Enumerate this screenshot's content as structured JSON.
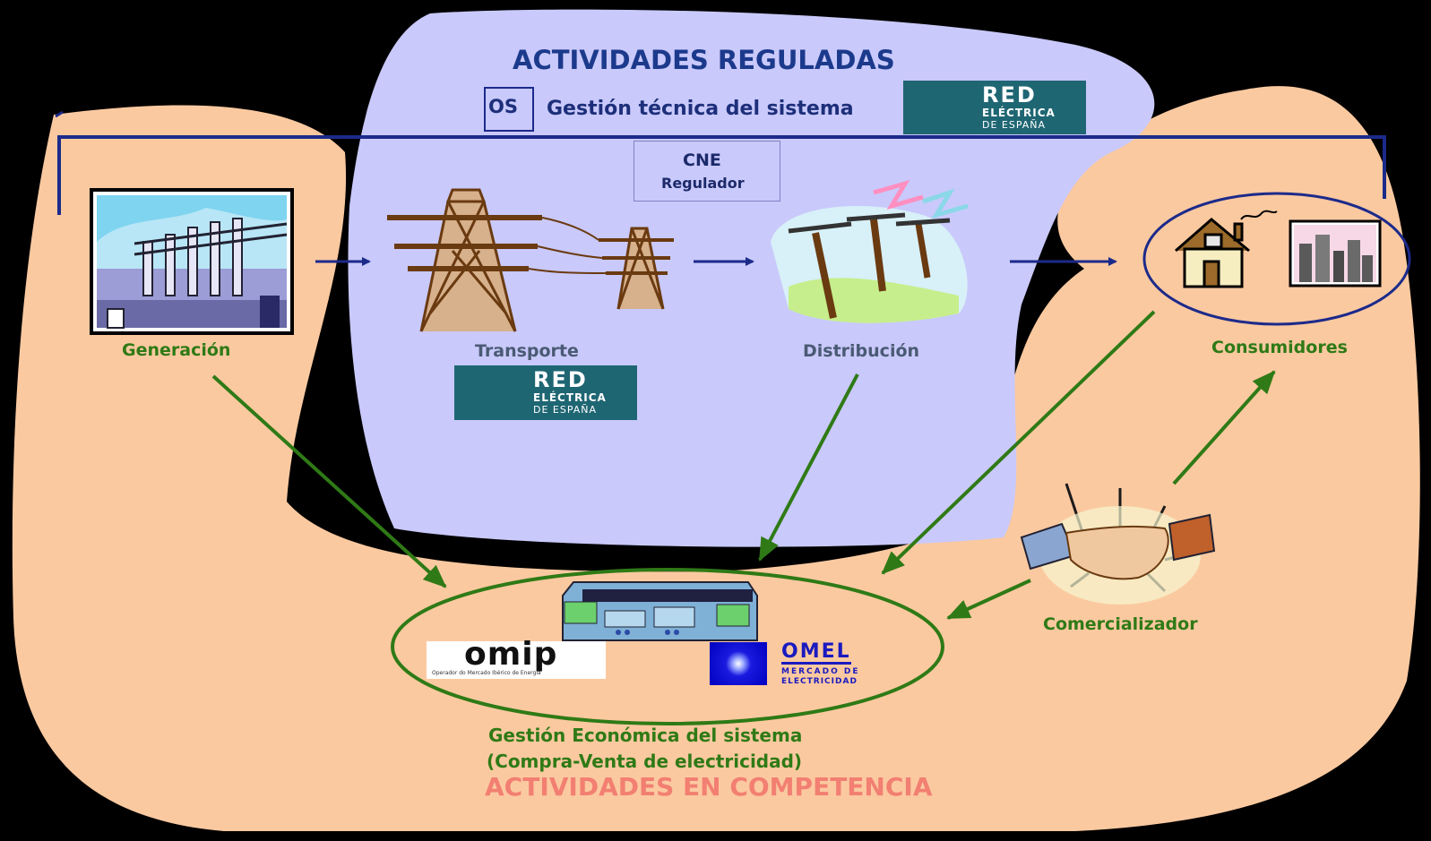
{
  "regulated": {
    "title": "ACTIVIDADES REGULADAS",
    "os_tag": "OS",
    "os_label": "Gestión técnica del sistema",
    "cne": "CNE",
    "cne_sub": "Regulador"
  },
  "logos": {
    "red_line1": "RED",
    "red_line2": "ELÉCTRICA",
    "red_line3": "DE ESPAÑA",
    "omip": "omip",
    "omip_sub": "Operador do Mercado Ibérico de Energia",
    "omel": "OMEL",
    "omel_sub1": "MERCADO DE",
    "omel_sub2": "ELECTRICIDAD"
  },
  "nodes": {
    "generacion": "Generación",
    "transporte": "Transporte",
    "distribucion": "Distribución",
    "consumidores": "Consumidores",
    "comercializador": "Comercializador"
  },
  "market": {
    "line1": "Gestión Económica del sistema",
    "line2": "(Compra-Venta de electricidad)",
    "competition_title": "ACTIVIDADES EN COMPETENCIA"
  },
  "colors": {
    "regulated_bg": "#c9c9fb",
    "competition_bg": "#fbc9a0",
    "navy": "#1c2a8a",
    "green_arrow": "#2f7a16",
    "competition_text": "#f27f72"
  }
}
